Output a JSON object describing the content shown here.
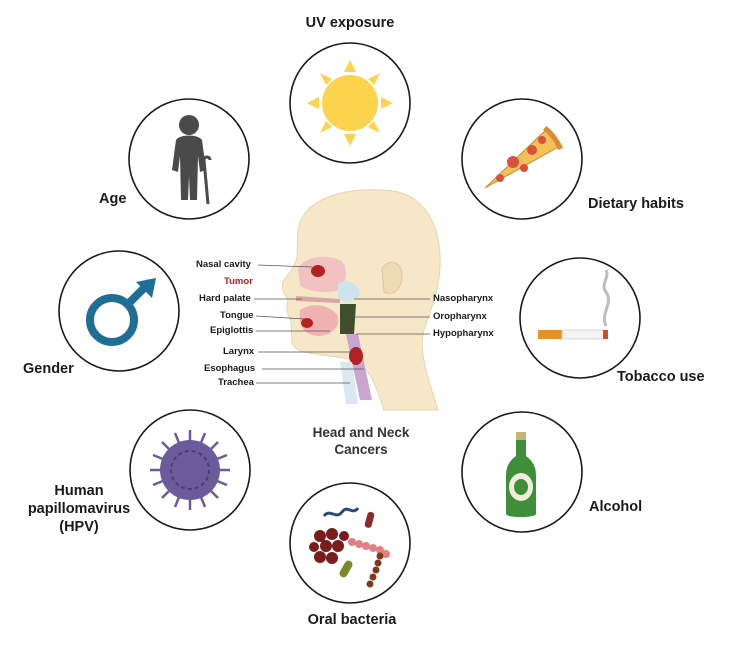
{
  "risk_factors": {
    "uv": "UV exposure",
    "age": "Age",
    "dietary": "Dietary habits",
    "gender": "Gender",
    "tobacco": "Tobacco use",
    "hpv_line1": "Human",
    "hpv_line2": "papillomavirus",
    "hpv_line3": "(HPV)",
    "alcohol": "Alcohol",
    "oral_bacteria": "Oral bacteria"
  },
  "anatomy_left": {
    "nasal_cavity": "Nasal cavity",
    "tumor": "Tumor",
    "hard_palate": "Hard palate",
    "tongue": "Tongue",
    "epiglottis": "Epiglottis",
    "larynx": "Larynx",
    "esophagus": "Esophagus",
    "trachea": "Trachea"
  },
  "anatomy_right": {
    "nasopharynx": "Nasopharynx",
    "oropharynx": "Oropharynx",
    "hypopharynx": "Hypopharynx"
  },
  "center_title_line1": "Head and Neck",
  "center_title_line2": "Cancers",
  "icons": [
    "sun-icon",
    "elderly-person-icon",
    "pizza-icon",
    "male-symbol-icon",
    "cigarette-icon",
    "virus-icon",
    "beer-bottle-icon",
    "bacteria-icon",
    "head-anatomy-illustration"
  ],
  "colors": {
    "circle_border": "#1a1a1a",
    "sun": "#fcd34d",
    "male_symbol": "#1f6e94",
    "virus": "#6b5b9a",
    "bottle": "#3f8f3a",
    "tumor": "#b22222",
    "skin": "#f6e7c8"
  }
}
